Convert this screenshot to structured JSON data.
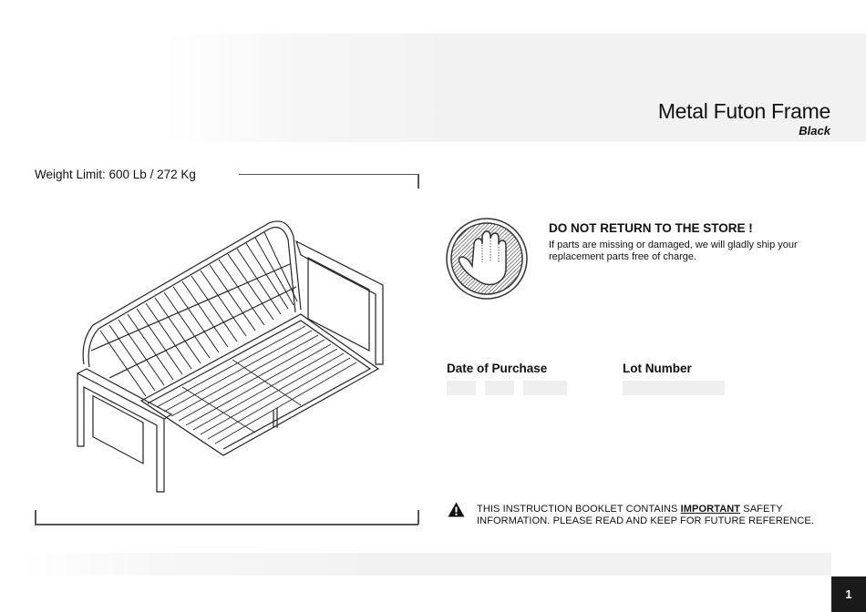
{
  "header": {
    "title": "Metal Futon Frame",
    "subtitle": "Black"
  },
  "product": {
    "weight_limit": "Weight Limit: 600 Lb / 272 Kg",
    "illustration": "futon-frame-line-drawing"
  },
  "notice": {
    "icon": "stop-hand-icon",
    "title": "DO NOT RETURN TO THE STORE !",
    "body": "If parts are missing or damaged, we will gladly ship your replacement parts free of charge."
  },
  "purchase_info": {
    "date_label": "Date of Purchase",
    "date_fields": [
      "",
      "",
      ""
    ],
    "lot_label": "Lot Number",
    "lot_field": ""
  },
  "safety": {
    "icon": "warning-triangle-icon",
    "text_before": "THIS INSTRUCTION BOOKLET CONTAINS ",
    "emphasis": "IMPORTANT",
    "text_after": " SAFETY INFORMATION. PLEASE READ AND KEEP FOR FUTURE REFERENCE."
  },
  "footer": {
    "page_number": "1"
  },
  "colors": {
    "band": "#f2f2f2",
    "field_box": "#efefef",
    "page_badge": "#1a1a1a",
    "text": "#111111"
  }
}
